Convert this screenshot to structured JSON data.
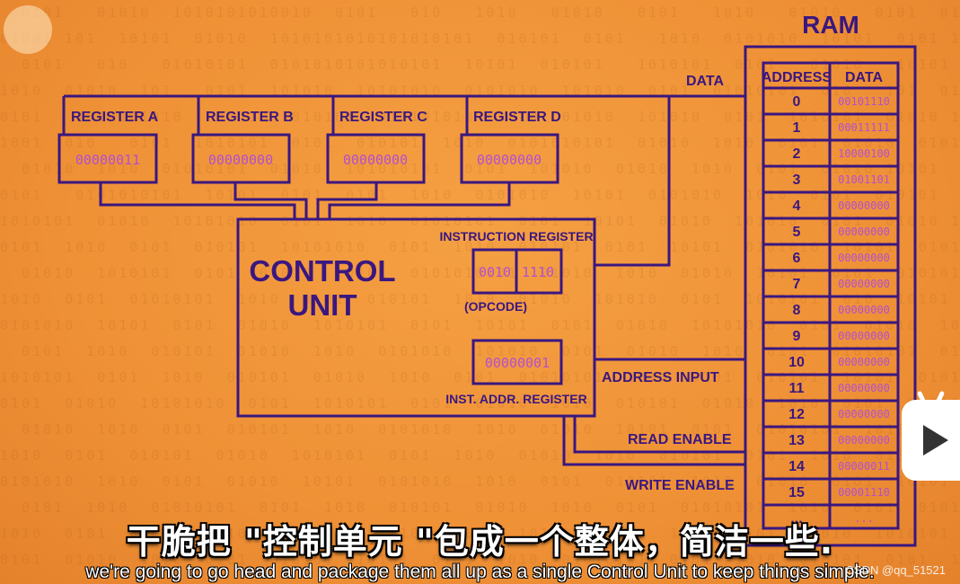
{
  "registers": [
    {
      "name": "REGISTER A",
      "value": "00000011"
    },
    {
      "name": "REGISTER B",
      "value": "00000000"
    },
    {
      "name": "REGISTER C",
      "value": "00000000"
    },
    {
      "name": "REGISTER D",
      "value": "00000000"
    }
  ],
  "control_unit": {
    "title_line1": "CONTROL",
    "title_line2": "UNIT",
    "instruction_register_label": "INSTRUCTION REGISTER",
    "opcode_value": "0010",
    "address_value": "1110",
    "opcode_label": "(OPCODE)",
    "inst_addr_value": "00000001",
    "inst_addr_label": "INST. ADDR. REGISTER"
  },
  "bus_labels": {
    "data": "DATA",
    "address_input": "ADDRESS INPUT",
    "read_enable": "READ ENABLE",
    "write_enable": "WRITE ENABLE"
  },
  "ram": {
    "title": "RAM",
    "col_address": "ADDRESS",
    "col_data": "DATA",
    "rows": [
      {
        "address": "0",
        "data": "00101110"
      },
      {
        "address": "1",
        "data": "00011111"
      },
      {
        "address": "2",
        "data": "10000100"
      },
      {
        "address": "3",
        "data": "01001101"
      },
      {
        "address": "4",
        "data": "00000000"
      },
      {
        "address": "5",
        "data": "00000000"
      },
      {
        "address": "6",
        "data": "00000000"
      },
      {
        "address": "7",
        "data": "00000000"
      },
      {
        "address": "8",
        "data": "00000000"
      },
      {
        "address": "9",
        "data": "00000000"
      },
      {
        "address": "10",
        "data": "00000000"
      },
      {
        "address": "11",
        "data": "00000000"
      },
      {
        "address": "12",
        "data": "00000000"
      },
      {
        "address": "13",
        "data": "00000000"
      },
      {
        "address": "14",
        "data": "00000011"
      },
      {
        "address": "15",
        "data": "00001110"
      },
      {
        "address": "...",
        "data": "..."
      }
    ]
  },
  "subtitles": {
    "chinese": "干脆把 \"控制单元 \"包成一个整体，简洁一些.",
    "english": "we're going to go head and package them all up as a single Control Unit to keep things simple."
  },
  "watermark": "CSDN @qq_51521",
  "colors": {
    "background": "#ef9136",
    "line": "#3a1780",
    "binary_text": "#b44fd0",
    "label_text": "#3a1780"
  }
}
